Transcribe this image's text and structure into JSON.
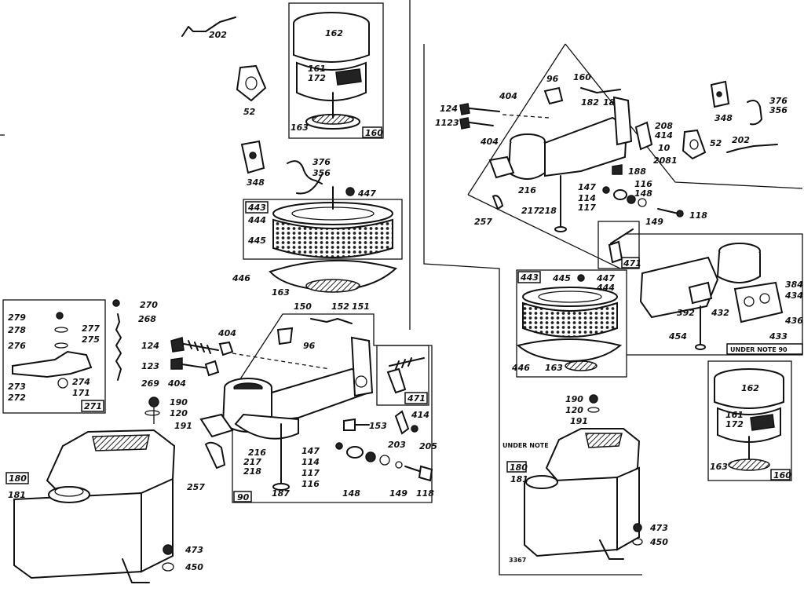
{
  "labels": {
    "p202": "202",
    "p162": "162",
    "p161": "161",
    "p172": "172",
    "p163": "163",
    "p160": "160",
    "p52": "52",
    "p376": "376",
    "p356": "356",
    "p348": "348",
    "p447": "447",
    "p443": "443",
    "p444": "444",
    "p445": "445",
    "p446": "446",
    "p163b": "163",
    "p270": "270",
    "p268": "268",
    "p279": "279",
    "p278": "278",
    "p277": "277",
    "p276": "276",
    "p275": "275",
    "p273": "273",
    "p274": "274",
    "p272": "272",
    "p171": "171",
    "p269": "269",
    "p271": "271",
    "p150": "150",
    "p152": "152",
    "p151": "151",
    "p96": "96",
    "p404": "404",
    "p124": "124",
    "p123": "123",
    "p404b": "404",
    "p471": "471",
    "p190": "190",
    "p120": "120",
    "p191": "191",
    "p414": "414",
    "p153": "153",
    "p203": "203",
    "p205": "205",
    "p216": "216",
    "p217": "217",
    "p218": "218",
    "p147": "147",
    "p114": "114",
    "p117": "117",
    "p116": "116",
    "p148": "148",
    "p149": "149",
    "p118": "118",
    "p187": "187",
    "p257": "257",
    "p90": "90",
    "p180": "180",
    "p181": "181",
    "p473": "473",
    "p450": "450",
    "r96": "96",
    "r160": "160",
    "r182": "182",
    "r181": "181",
    "r404": "404",
    "r124": "124",
    "r1123": "1123",
    "r404b": "404",
    "r208": "208",
    "r414": "414",
    "r10": "10",
    "r2081": "2081",
    "r52": "52",
    "r202": "202",
    "r348": "348",
    "r376": "376",
    "r356": "356",
    "r188": "188",
    "r216": "216",
    "r257": "257",
    "r147": "147",
    "r114": "114",
    "r117": "117",
    "r116": "116",
    "r148": "148",
    "r149": "149",
    "r118": "118",
    "r217": "217",
    "r218": "218",
    "r471": "471",
    "r443": "443",
    "r445": "445",
    "r447": "447",
    "r444": "444",
    "r446": "446",
    "r163": "163",
    "r384": "384",
    "r434": "434",
    "r392": "392",
    "r432": "432",
    "r436": "436",
    "r433": "433",
    "r454": "454",
    "r90box": "UNDER NOTE 90",
    "r162": "162",
    "r161": "161",
    "r172": "172",
    "r163b": "163",
    "r160b": "160",
    "r190": "190",
    "r120": "120",
    "r191": "191",
    "r_undernote": "UNDER NOTE",
    "r180": "180",
    "r181b": "181",
    "r473": "473",
    "r450": "450",
    "r3367": "3367"
  }
}
